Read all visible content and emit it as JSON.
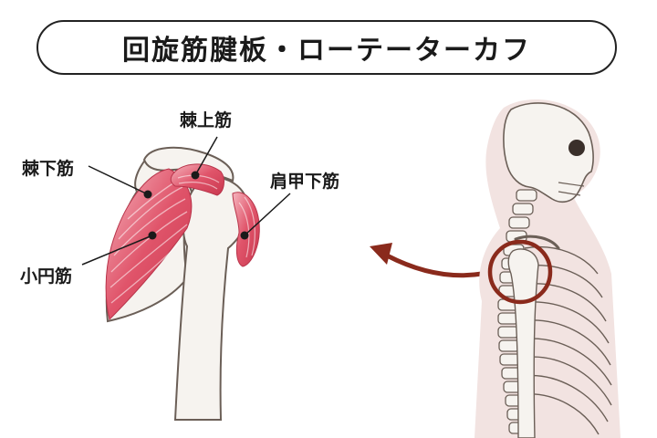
{
  "title": "回旋筋腱板・ローテーターカフ",
  "labels": {
    "supraspinatus": "棘上筋",
    "infraspinatus": "棘下筋",
    "subscapularis": "肩甲下筋",
    "teres_minor": "小円筋"
  },
  "colors": {
    "muscle": "#e0546a",
    "muscle_light": "#f3a6b1",
    "bone": "#f6f3ef",
    "bone_outline": "#6b5f57",
    "silhouette": "#f2e3e1",
    "arrow": "#8a2a1c",
    "leader": "#1a1a1a"
  }
}
